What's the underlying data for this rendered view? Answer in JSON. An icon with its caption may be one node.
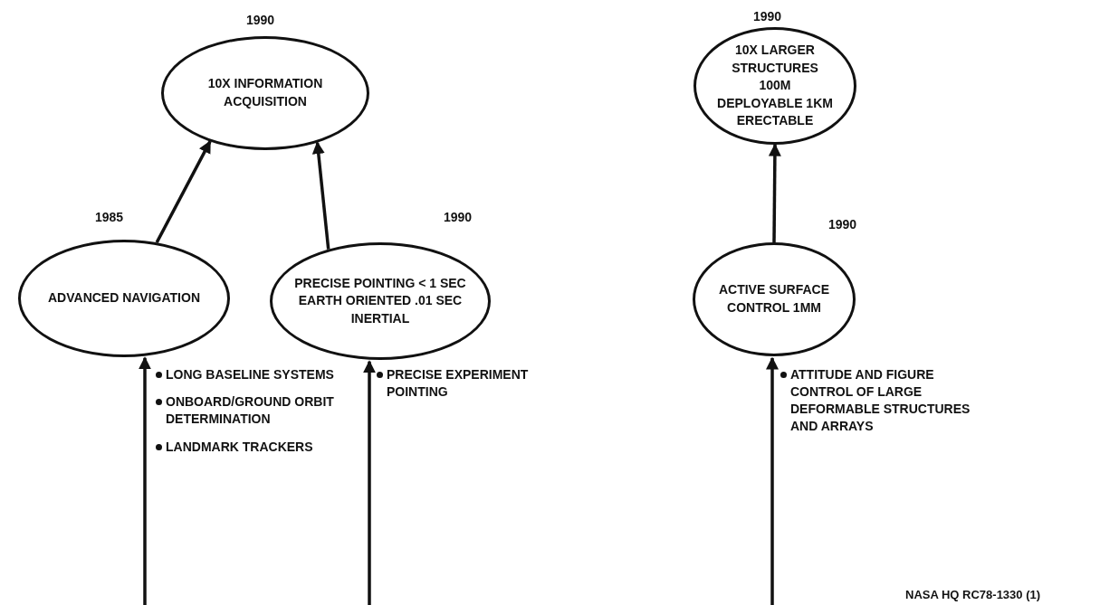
{
  "diagram": {
    "nodes": [
      {
        "text": [
          "10X INFORMATION ACQUISITION"
        ],
        "beside": [
          "1990"
        ]
      },
      {
        "text": [
          "ADVANCED NAVIGATION"
        ],
        "beside": [
          "1985"
        ]
      },
      {
        "text": [
          "PRECISE POINTING < 1 SEC EARTH ORIENTED .01 SEC INERTIAL"
        ],
        "beside": [
          "1990"
        ]
      },
      {
        "text": [
          "10X LARGER STRUCTURES 100M DEPLOYABLE 1KM ERECTABLE"
        ],
        "beside": [
          "1990"
        ]
      },
      {
        "text": [
          "ACTIVE SURFACE CONTROL 1MM"
        ],
        "beside": [
          "1990"
        ]
      }
    ],
    "edges": [
      {
        "from": 1,
        "to": 0,
        "arrow": "to"
      },
      {
        "from": 2,
        "to": 0,
        "arrow": "to"
      },
      {
        "from": 4,
        "to": 3,
        "arrow": "to"
      },
      {
        "from": null,
        "to": 1,
        "arrow": "to"
      },
      {
        "from": null,
        "to": 2,
        "arrow": "to"
      },
      {
        "from": null,
        "to": 4,
        "arrow": "to"
      }
    ],
    "labels": [
      "LONG BASELINE SYSTEMS",
      "ONBOARD/GROUND ORBIT DETERMINATION",
      "LANDMARK TRACKERS",
      "PRECISE EXPERIMENT POINTING",
      "ATTITUDE AND FIGURE CONTROL OF LARGE DEFORMABLE STRUCTURES AND ARRAYS",
      "NASA HQ RC78-1330 (1)"
    ]
  }
}
